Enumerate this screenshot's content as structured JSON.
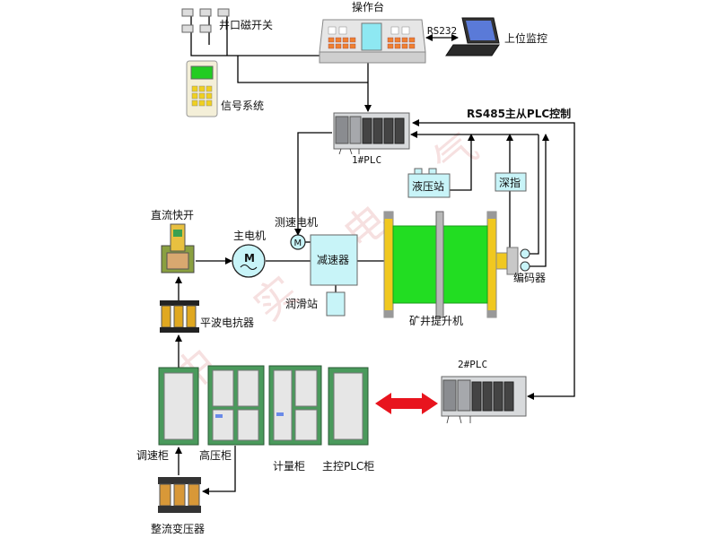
{
  "labels": {
    "console": "操作台",
    "rs232": "RS232",
    "host_monitor": "上位监控",
    "wellhead_switch": "井口磁开关",
    "signal_system": "信号系统",
    "rs485": "RS485主从PLC控制",
    "plc1": "1#PLC",
    "hydraulic_station": "液压站",
    "depth_indicator": "深指",
    "dc_switch": "直流快开",
    "main_motor": "主电机",
    "speed_motor": "测速电机",
    "motor_symbol": "M",
    "speed_motor_symbol": "M",
    "reducer": "减速器",
    "lubrication_station": "润滑站",
    "encoder": "编码器",
    "hoist": "矿井提升机",
    "reactor": "平波电抗器",
    "plc2": "2#PLC",
    "speed_cabinet": "调速柜",
    "hv_cabinet": "高压柜",
    "meter_cabinet": "计量柜",
    "main_plc_cabinet": "主控PLC柜",
    "transformer": "整流变压器"
  },
  "watermark": [
    "中",
    "实",
    "电",
    "气"
  ],
  "colors": {
    "hoist_green": "#22dd22",
    "cabinet_green": "#4a9a5c",
    "cyan_box": "#c8f4f8",
    "arrow_red": "#e8141e",
    "watermark": "#e8a8a8"
  }
}
